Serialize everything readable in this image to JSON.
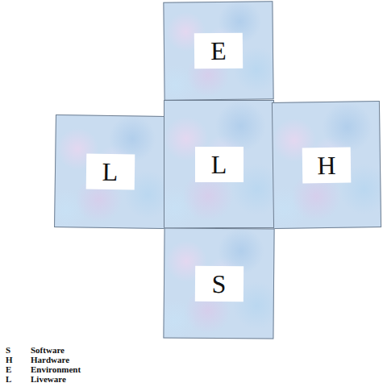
{
  "diagram": {
    "nodes": [
      {
        "text": [
          "E"
        ]
      },
      {
        "text": [
          "L"
        ]
      },
      {
        "text": [
          "L"
        ]
      },
      {
        "text": [
          "H"
        ]
      },
      {
        "text": [
          "S"
        ]
      }
    ],
    "labels": [
      "S",
      "Software",
      "H",
      "Hardware",
      "E",
      "Environment",
      "L",
      "Liveware"
    ]
  }
}
